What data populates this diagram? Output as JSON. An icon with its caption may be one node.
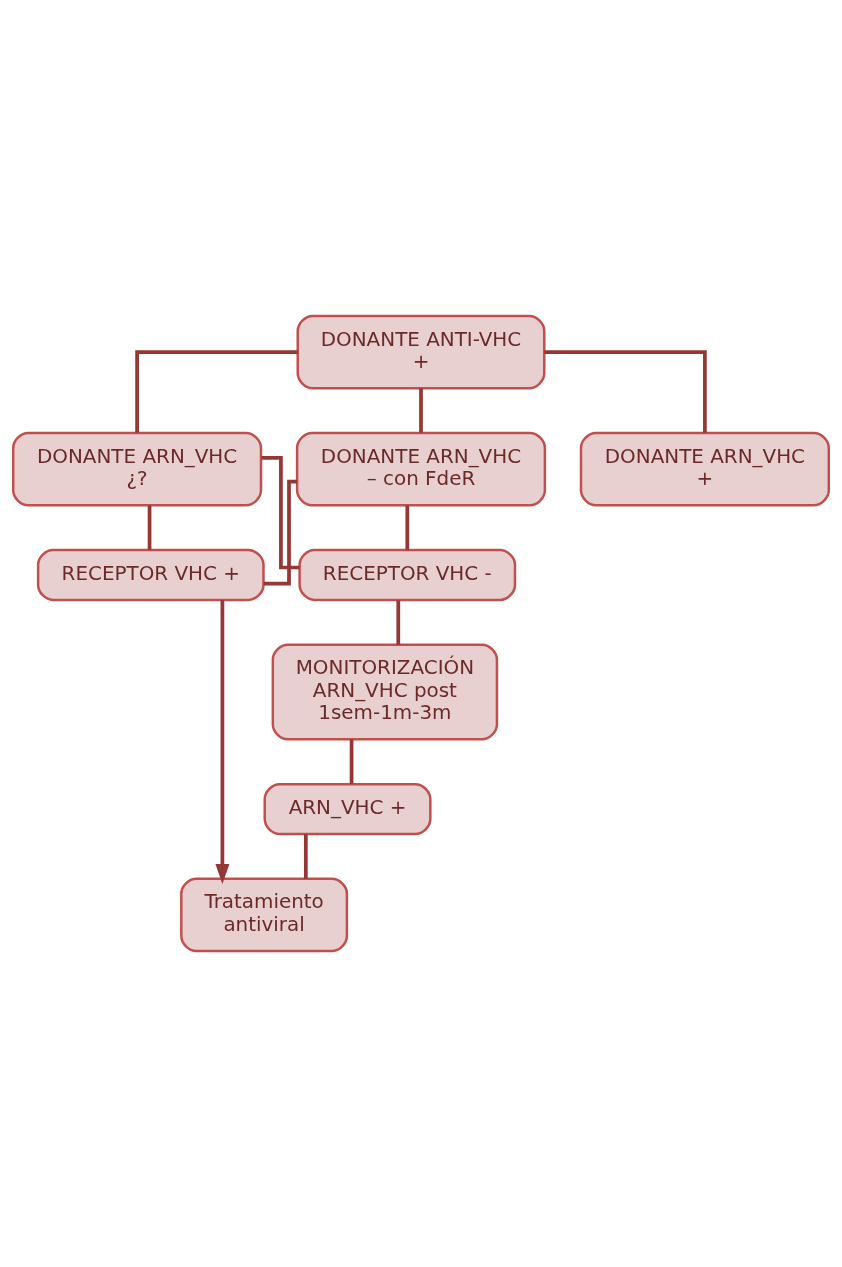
{
  "diagram": {
    "nodes": [
      {
        "text": [
          "DONANTE ANTI-VHC +"
        ]
      },
      {
        "text": [
          "DONANTE ARN_VHC – con FdeR"
        ]
      },
      {
        "text": [
          "DONANTE ARN_VHC +"
        ]
      },
      {
        "text": [
          "DONANTE ARN_VHC ¿?"
        ]
      },
      {
        "text": [
          "RECEPTOR VHC -"
        ]
      },
      {
        "text": [
          "RECEPTOR VHC +"
        ]
      },
      {
        "text": [
          "MONITORIZACIÓN ARN_VHC post 1sem-1m-3m"
        ]
      },
      {
        "text": [
          "ARN_VHC +"
        ]
      },
      {
        "text": [
          "Tratamiento antiviral"
        ]
      }
    ],
    "edges": [
      {
        "from": 0,
        "to": 1,
        "arrow": "none"
      },
      {
        "from": 0,
        "to": 2,
        "arrow": "none"
      },
      {
        "from": 0,
        "to": 3,
        "arrow": "none"
      },
      {
        "from": 1,
        "to": 4,
        "arrow": "none"
      },
      {
        "from": 1,
        "to": 5,
        "arrow": "none"
      },
      {
        "from": 3,
        "to": 4,
        "arrow": "none"
      },
      {
        "from": 3,
        "to": 5,
        "arrow": "none"
      },
      {
        "from": 4,
        "to": 6,
        "arrow": "none"
      },
      {
        "from": 6,
        "to": 7,
        "arrow": "none"
      },
      {
        "from": 7,
        "to": 8,
        "arrow": "none"
      },
      {
        "from": 5,
        "to": 8,
        "arrow": "to"
      }
    ]
  }
}
